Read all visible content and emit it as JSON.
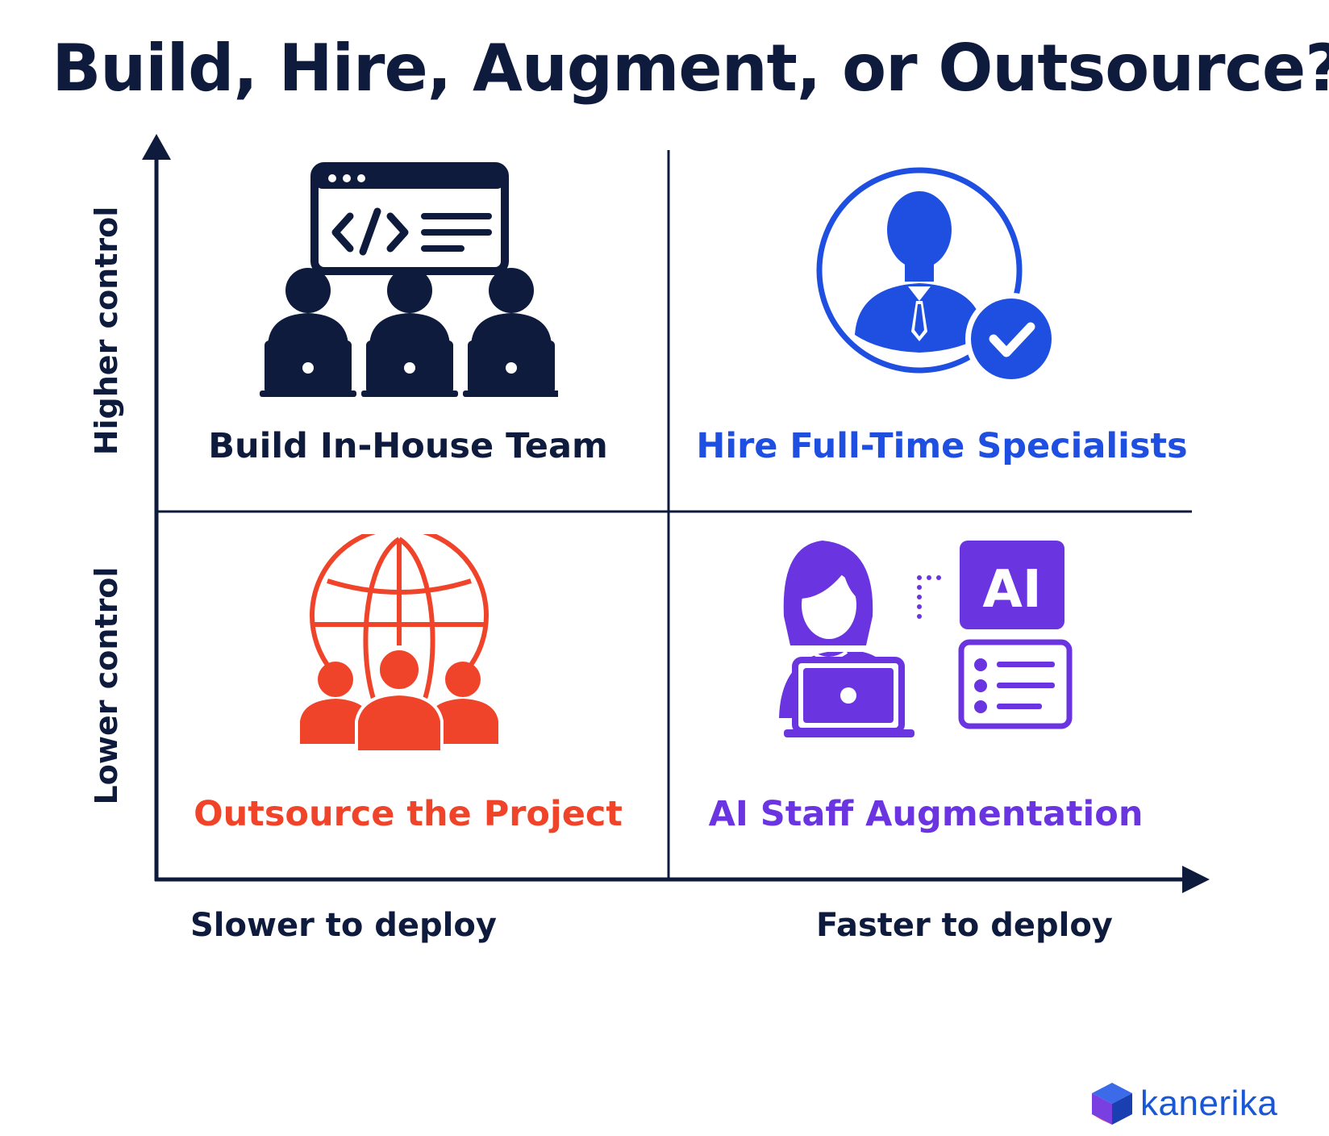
{
  "title": "Build, Hire, Augment, or Outsource?",
  "axes": {
    "y_top": "Higher control",
    "y_bottom": "Lower control",
    "x_left": "Slower to deploy",
    "x_right": "Faster to deploy"
  },
  "quadrants": [
    {
      "label": "Build In-House Team",
      "color": "#0f1b3d",
      "icon": "team-coding-icon"
    },
    {
      "label": "Hire Full-Time Specialists",
      "color": "#1f4fe0",
      "icon": "specialist-check-icon"
    },
    {
      "label": "Outsource the Project",
      "color": "#f0442a",
      "icon": "globe-people-icon"
    },
    {
      "label": "AI Staff Augmentation",
      "color": "#6a35e0",
      "icon": "ai-woman-laptop-icon"
    }
  ],
  "ai_badge": "AI",
  "brand": {
    "name": "kanerika",
    "color": "#1a57d6"
  }
}
